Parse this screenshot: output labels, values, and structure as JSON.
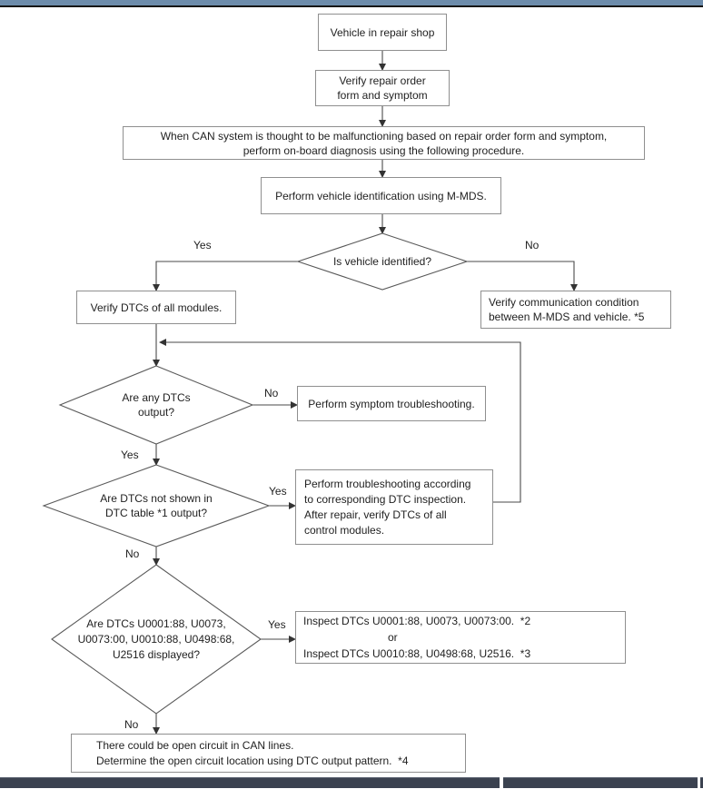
{
  "colors": {
    "top_bar": "#6d8cab",
    "top_bar_edge": "#161616",
    "bottom_bar": "#3b4250",
    "connector_line": "#4a4a4a",
    "box_border": "#8f8f8f",
    "text": "#1f1f1f"
  },
  "labels": {
    "yes": "Yes",
    "no": "No"
  },
  "nodes": {
    "start": "Vehicle in repair shop",
    "verify_repair_order": "Verify repair order\nform and symptom",
    "when_can_malfunction": "When CAN system is thought to be malfunctioning based on repair order form and symptom,\nperform on-board diagnosis using the following procedure.",
    "vehicle_identification": "Perform vehicle identification using M-MDS.",
    "verify_dtcs": "Verify DTCs of all modules.",
    "verify_communication": "Verify communication condition\nbetween M-MDS and vehicle. *5",
    "symptom_troubleshooting": "Perform symptom troubleshooting.",
    "dtc_troubleshooting": "Perform troubleshooting according\nto corresponding DTC inspection.\nAfter repair, verify DTCs of all\ncontrol modules.",
    "inspect_line1": "Inspect DTCs U0001:88, U0073, U0073:00.  *2",
    "inspect_or": "or",
    "inspect_line2": "Inspect DTCs U0010:88, U0498:68, U2516.  *3",
    "open_circuit": "There could be open circuit in CAN lines.\nDetermine the open circuit location using DTC output pattern.  *4"
  },
  "decisions": {
    "is_vehicle_identified": "Is vehicle identified?",
    "any_dtcs_output": "Are any DTCs\noutput?",
    "dtcs_not_in_table": "Are DTCs not shown in\nDTC table *1 output?",
    "specific_dtcs_displayed": "Are DTCs U0001:88, U0073,\nU0073:00, U0010:88, U0498:68,\nU2516 displayed?"
  }
}
